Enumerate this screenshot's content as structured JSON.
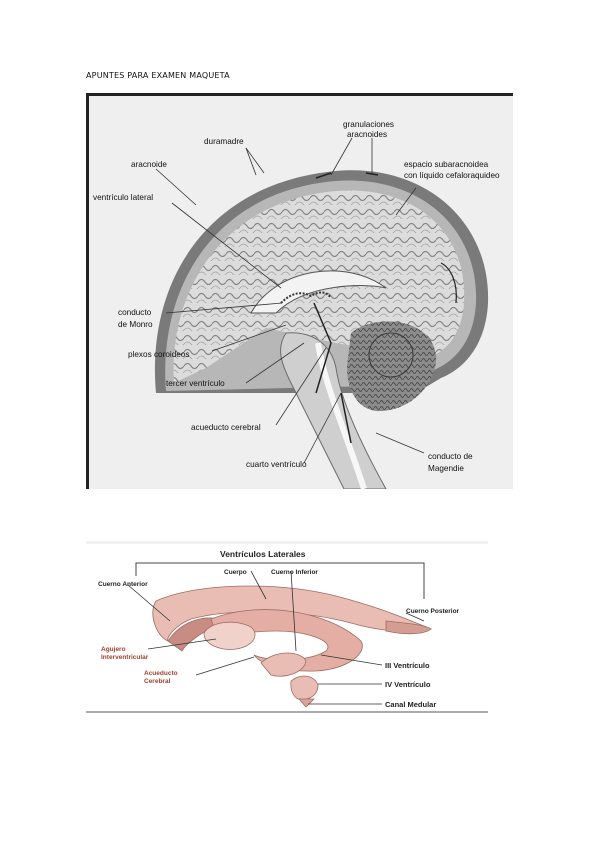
{
  "page": {
    "heading": "APUNTES PARA EXAMEN MAQUETA"
  },
  "figure1": {
    "labels": {
      "duramadre": "duramadre",
      "granulaciones_1": "granulaciones",
      "granulaciones_2": "aracnoides",
      "aracnoide": "aracnoide",
      "espacio_1": "espacio subaracnoidea",
      "espacio_2": "con líquido cefaloraquideo",
      "ventriculo_lateral": "ventrículo lateral",
      "conducto_monro_1": "conducto",
      "conducto_monro_2": "de Monro",
      "plexos": "plexos coroideos",
      "tercer": "tercer ventrículo",
      "acueducto": "acueducto cerebral",
      "cuarto": "cuarto ventrículo",
      "magendie_1": "conducto de",
      "magendie_2": "Magendie"
    }
  },
  "figure2": {
    "labels": {
      "title": "Ventrículos Laterales",
      "cuerpo": "Cuerpo",
      "cuerno_inferior": "Cuerno Inferior",
      "cuerno_anterior": "Cuerno Anterior",
      "cuerno_posterior": "Cuerno Posterior",
      "agujero_1": "Agujero",
      "agujero_2": "Interventricular",
      "acueducto_1": "Acueducto",
      "acueducto_2": "Cerebral",
      "iii": "III Ventrículo",
      "iv": "IV Ventrículo",
      "canal": "Canal Medular"
    },
    "colors": {
      "red_label": "#a0412c",
      "ventricle_fill": "#e9bdb4",
      "ventricle_shadow": "#c98c82"
    }
  }
}
